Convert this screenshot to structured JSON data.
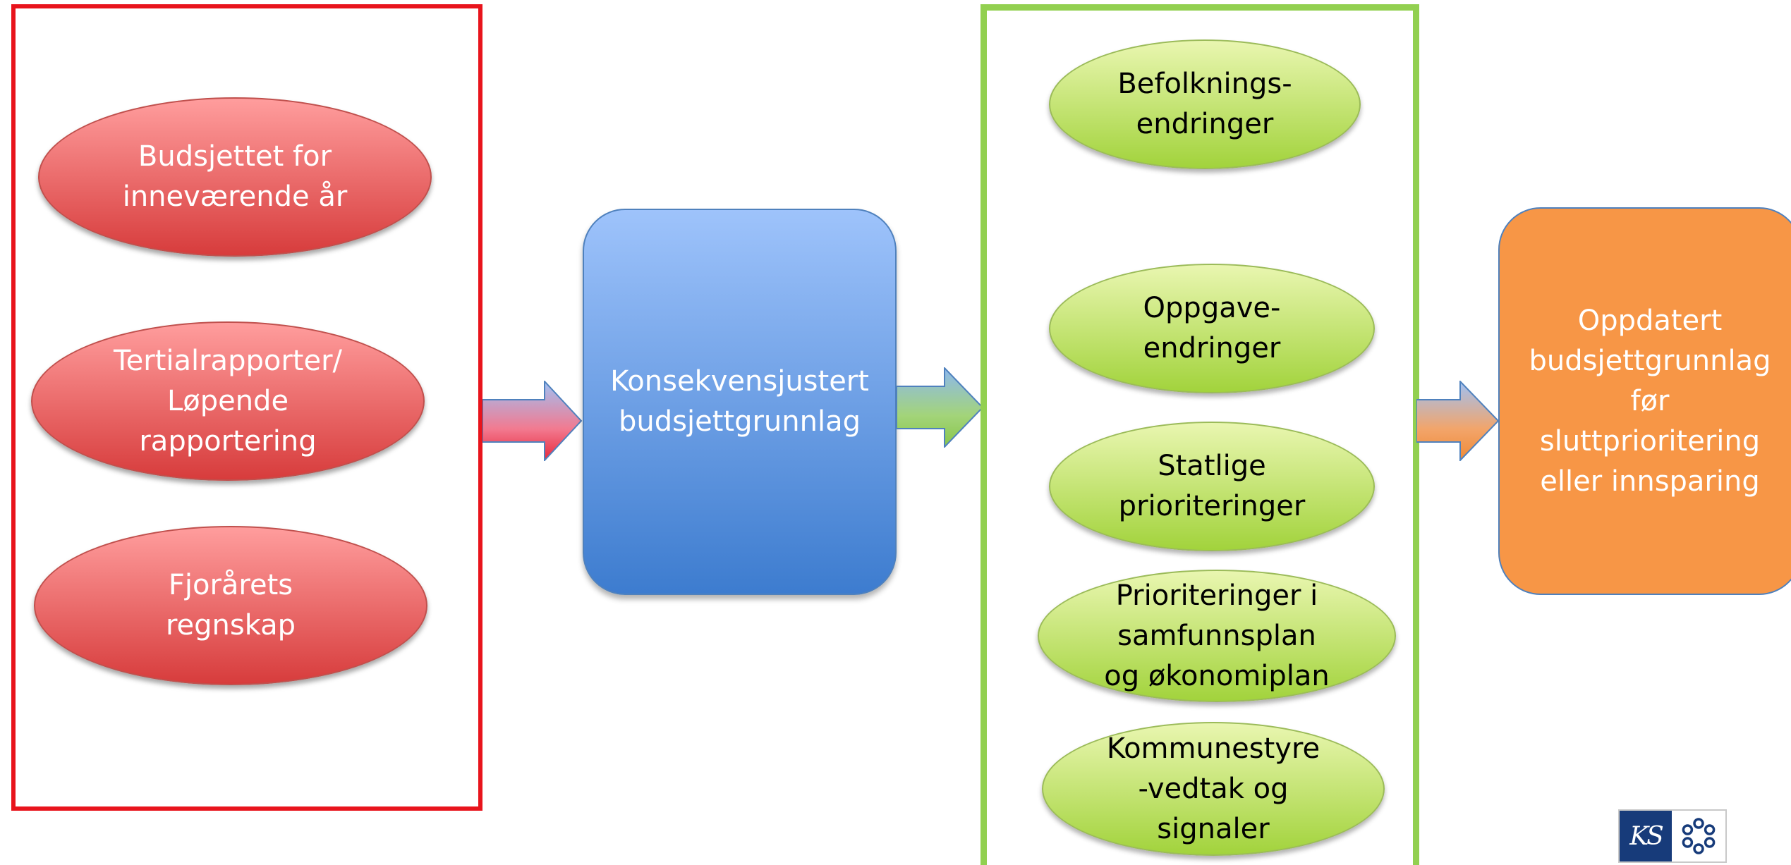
{
  "left_group": {
    "items": [
      "Budsjettet for\ninneværende år",
      "Tertialrapporter/\nLøpende\nrapportering",
      "Fjorårets\nregnskap"
    ]
  },
  "center_box": "Konsekvensjustert\nbudsjettgrunnlag",
  "right_group": {
    "items": [
      "Befolknings-\nendringer",
      "Oppgave-\nendringer",
      "Statlige\nprioriteringer",
      "Prioriteringer i\nsamfunnsplan\nog økonomiplan",
      "Kommunestyre\n-vedtak og\nsignaler"
    ]
  },
  "result_box": "Oppdatert\nbudsjettgrunnlag\nfør\nsluttprioritering\neller innsparing",
  "logo": {
    "text": "KS",
    "icon": "chain-ring-icon"
  },
  "colors": {
    "red_frame": "#e8141c",
    "green_frame": "#92d050",
    "blue_box": "#4f81bd",
    "orange_box": "#f79646",
    "logo_navy": "#173b7a"
  }
}
